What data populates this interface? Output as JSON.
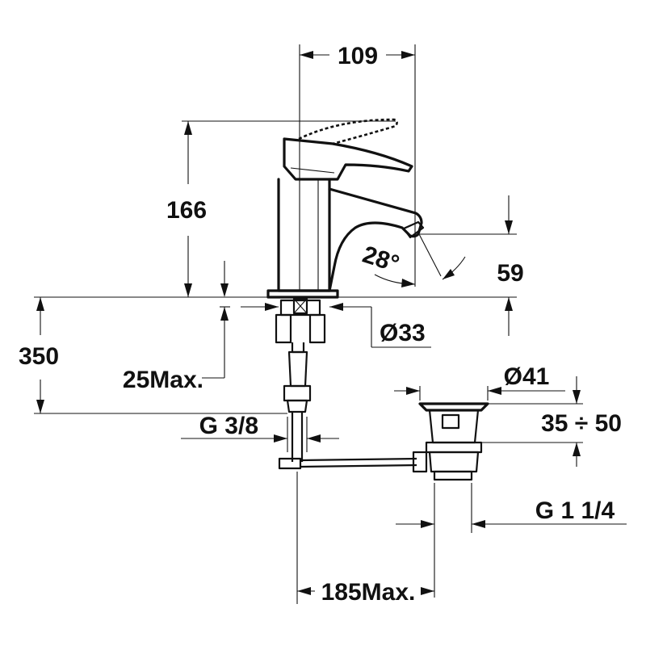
{
  "colors": {
    "ink": "#111111",
    "background": "#ffffff"
  },
  "dimensions": {
    "width_109": "109",
    "height_166": "166",
    "angle_28": "28°",
    "height_59": "59",
    "total_350": "350",
    "diameter_33": "Ø33",
    "max_25": "25Max.",
    "thread_g38": "G 3/8",
    "diameter_41": "Ø41",
    "range_35_50": "35 ÷ 50",
    "thread_g114": "G 1 1/4",
    "max_185": "185Max."
  }
}
